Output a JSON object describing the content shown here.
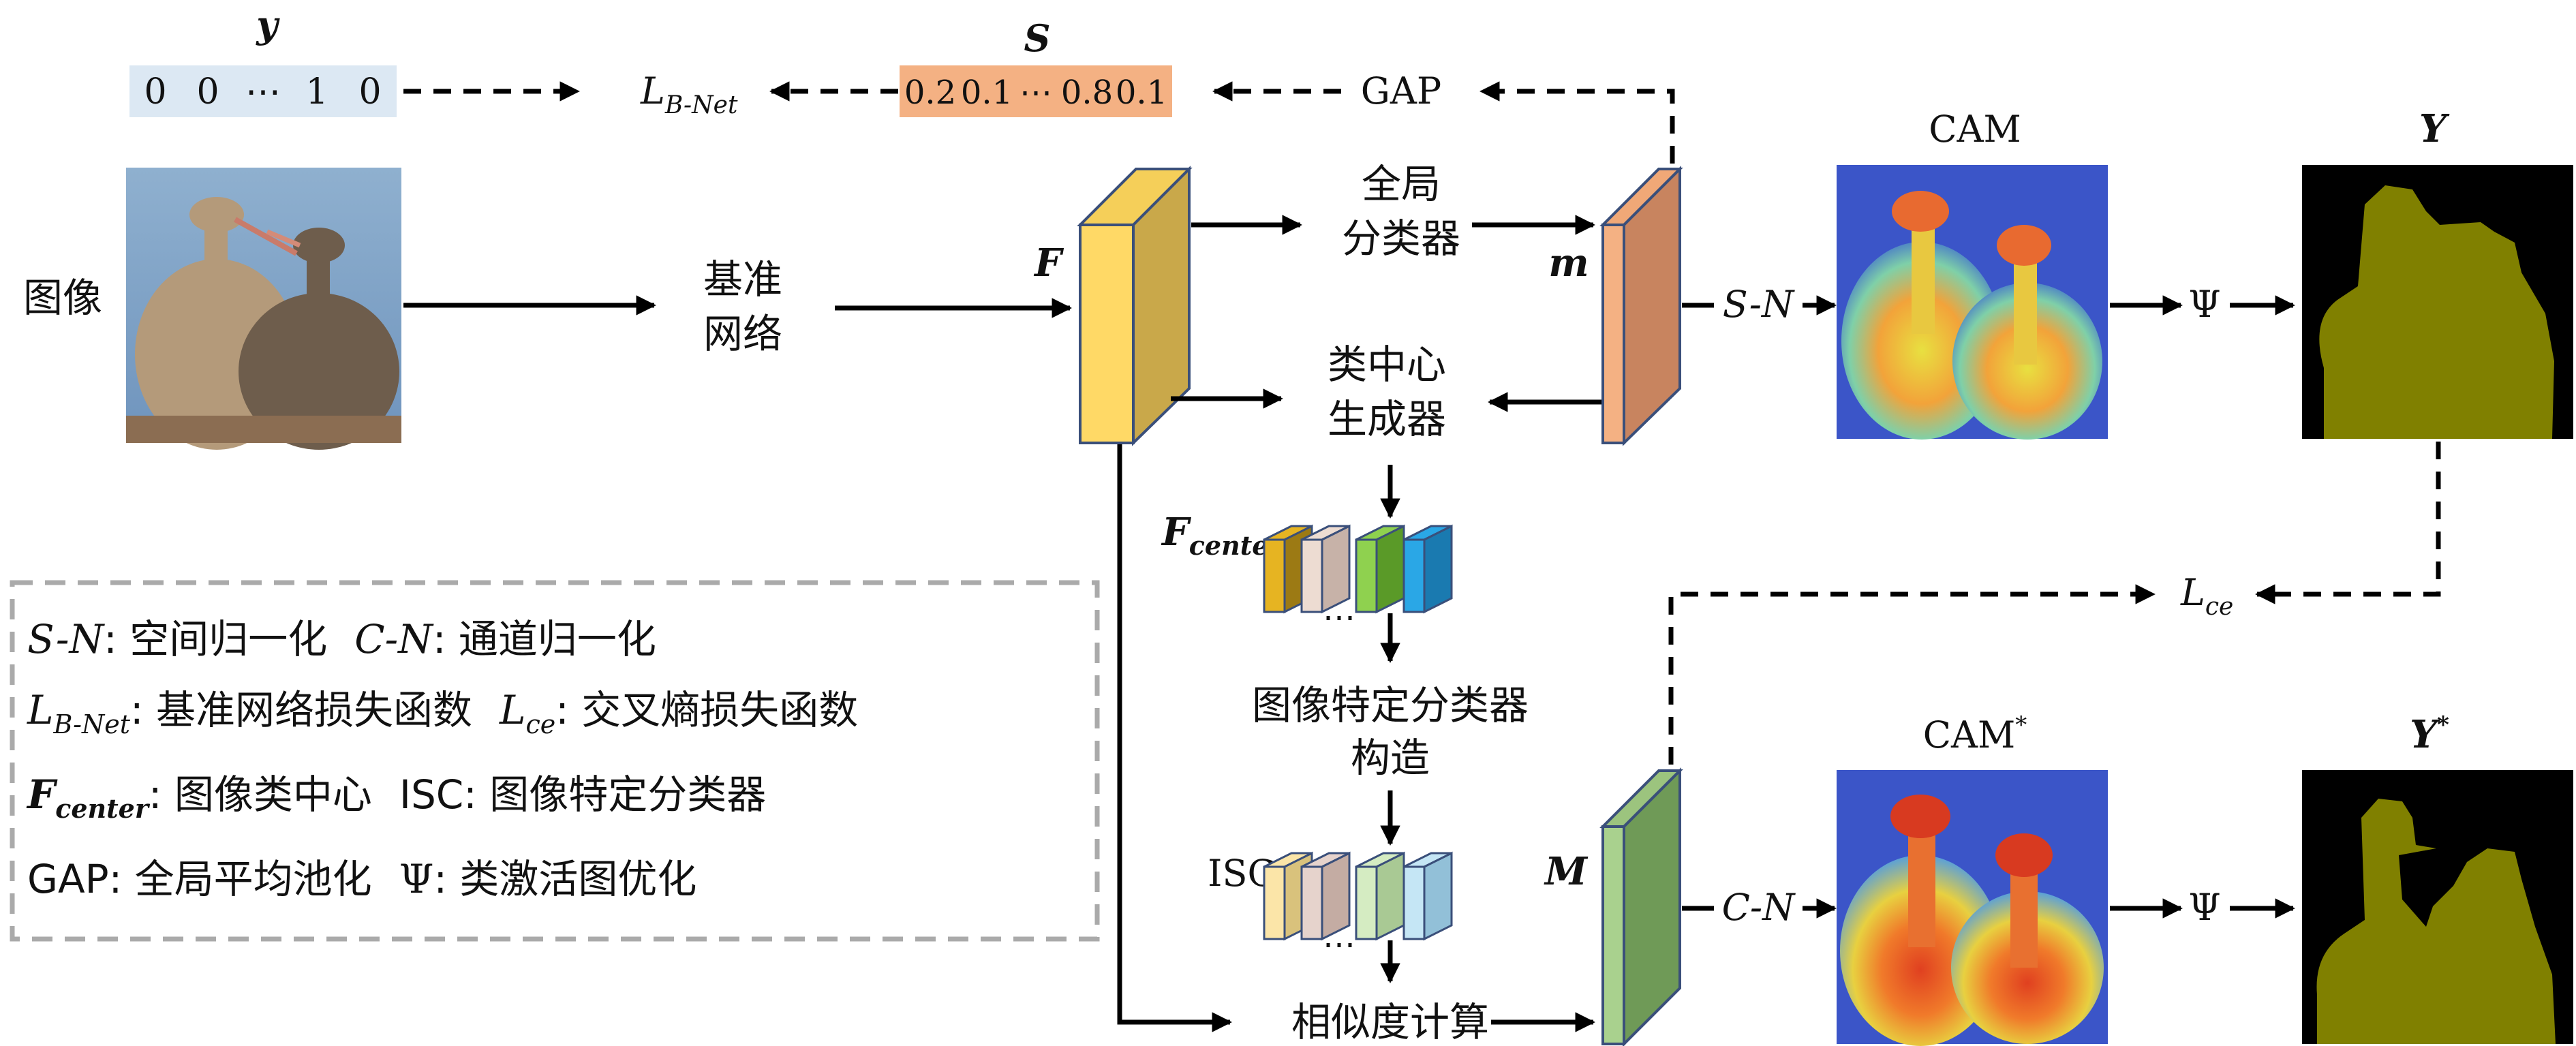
{
  "vector_y": {
    "label": "y",
    "values": [
      "0",
      "0",
      "⋯",
      "1",
      "0"
    ],
    "color": "#dce8f3"
  },
  "vector_s": {
    "label": "S",
    "values": [
      "0.2",
      "0.1",
      "⋯",
      "0.8",
      "0.1"
    ],
    "color": "#f4b183"
  },
  "loss_bnet": {
    "main": "L",
    "sub": "B-Net"
  },
  "gap_label": "GAP",
  "input_label": "图像",
  "backbone": {
    "line1": "基准",
    "line2": "网络"
  },
  "feature_f": "F",
  "global_classifier": {
    "line1": "全局",
    "line2": "分类器"
  },
  "center_generator": {
    "line1": "类中心",
    "line2": "生成器"
  },
  "map_m": "m",
  "map_big_m": "M",
  "sn_label": "S-N",
  "cn_label": "C-N",
  "psi": "Ψ",
  "cam": {
    "title": "CAM",
    "title_star": "CAM",
    "star": "*"
  },
  "y_out": {
    "label": "Y",
    "label_star": "Y",
    "star": "*"
  },
  "f_center": {
    "main": "F",
    "sub": "center"
  },
  "isc_label": "ISC",
  "ellipsis": "⋯",
  "isc_construct": {
    "line1": "图像特定分类器",
    "line2": "构造"
  },
  "similarity": "相似度计算",
  "loss_ce": {
    "main": "L",
    "sub": "ce"
  },
  "legend": {
    "row1": {
      "a_key": "S-N",
      "a_text": ": 空间归一化",
      "b_key": "C-N",
      "b_text": ": 通道归一化"
    },
    "row2": {
      "a_main": "L",
      "a_sub": "B-Net",
      "a_text": ": 基准网络损失函数",
      "b_main": "L",
      "b_sub": "ce",
      "b_text": ": 交叉熵损失函数"
    },
    "row3": {
      "a_main": "F",
      "a_sub": "center",
      "a_text": ": 图像类中心",
      "b_text": "ISC: 图像特定分类器"
    },
    "row4": {
      "a_text": "GAP: 全局平均池化",
      "b_key": "Ψ",
      "b_text": ": 类激活图优化"
    }
  },
  "colors": {
    "feature": "#ffd966",
    "m_orange": "#f4b183",
    "m_green": "#a9d18e",
    "mask_bg": "#000000",
    "mask_fg": "#808000",
    "legend_border": "#aaaaaa",
    "centers": [
      "#e6b422",
      "#eddcd2",
      "#8fd14f",
      "#2aa7e6"
    ],
    "isc": [
      "#fbe5a8",
      "#e6d3cc",
      "#d5ecc2",
      "#c5e6f5"
    ]
  }
}
